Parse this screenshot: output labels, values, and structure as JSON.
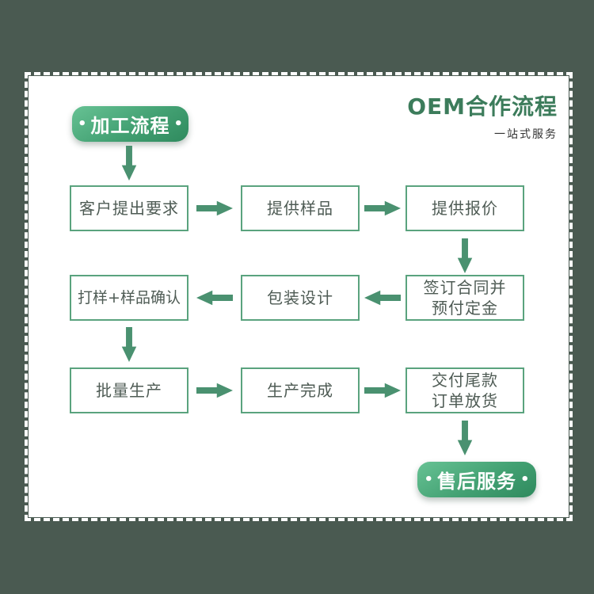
{
  "page": {
    "background_color": "#4a5a51",
    "accent_green": "#4a9170",
    "border_green": "#5aa37e",
    "title_green": "#3c7c5b"
  },
  "header": {
    "title": "OEM合作流程",
    "subtitle": "一站式服务"
  },
  "badges": {
    "start": {
      "left_dot": "•",
      "label": "加工流程",
      "right_dot": "•"
    },
    "end": {
      "left_dot": "•",
      "label": "售后服务",
      "right_dot": "•"
    }
  },
  "flow": {
    "rows": [
      {
        "direction": "right",
        "boxes": [
          "客户提出要求",
          "提供样品",
          "提供报价"
        ]
      },
      {
        "direction": "left",
        "boxes": [
          "打样+样品确认",
          "包装设计",
          "签订合同并\n预付定金"
        ]
      },
      {
        "direction": "right",
        "boxes": [
          "批量生产",
          "生产完成",
          "交付尾款\n订单放货"
        ]
      }
    ]
  }
}
